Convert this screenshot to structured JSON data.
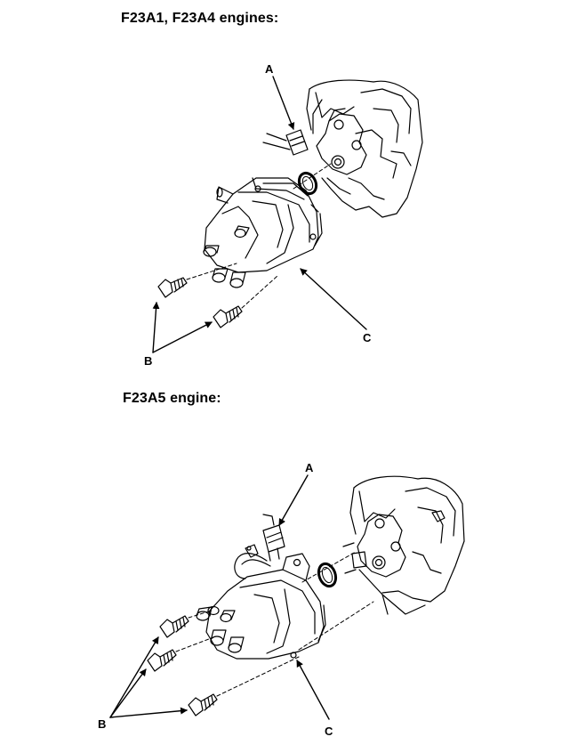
{
  "sections": [
    {
      "heading": "F23A1, F23A4 engines:",
      "callouts": {
        "a": "A",
        "b": "B",
        "c": "C"
      }
    },
    {
      "heading": "F23A5 engine:",
      "callouts": {
        "a": "A",
        "b": "B",
        "c": "C"
      }
    }
  ]
}
